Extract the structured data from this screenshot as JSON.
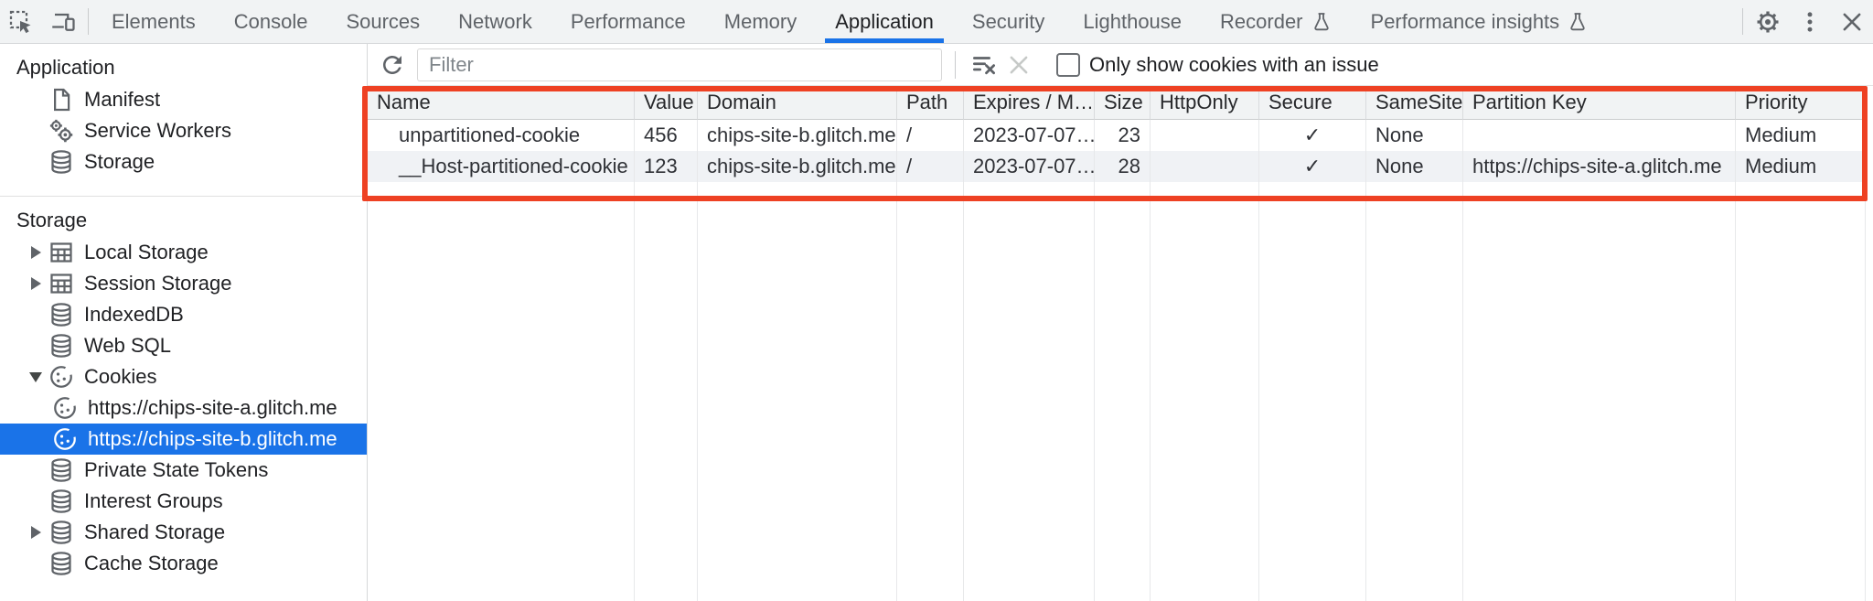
{
  "tabbar": {
    "tabs": [
      {
        "label": "Elements"
      },
      {
        "label": "Console"
      },
      {
        "label": "Sources"
      },
      {
        "label": "Network"
      },
      {
        "label": "Performance"
      },
      {
        "label": "Memory"
      },
      {
        "label": "Application",
        "active": true
      },
      {
        "label": "Security"
      },
      {
        "label": "Lighthouse"
      },
      {
        "label": "Recorder",
        "flask": true
      },
      {
        "label": "Performance insights",
        "flask": true
      }
    ],
    "accent_color": "#1a73e8"
  },
  "sidebar": {
    "sections": [
      {
        "title": "Application",
        "items": [
          {
            "label": "Manifest",
            "icon": "document-icon"
          },
          {
            "label": "Service Workers",
            "icon": "service-workers-icon"
          },
          {
            "label": "Storage",
            "icon": "database-icon"
          }
        ]
      },
      {
        "title": "Storage",
        "items": [
          {
            "label": "Local Storage",
            "icon": "table-icon",
            "arrow": "collapsed"
          },
          {
            "label": "Session Storage",
            "icon": "table-icon",
            "arrow": "collapsed"
          },
          {
            "label": "IndexedDB",
            "icon": "database-icon"
          },
          {
            "label": "Web SQL",
            "icon": "database-icon"
          },
          {
            "label": "Cookies",
            "icon": "cookie-icon",
            "arrow": "expanded"
          },
          {
            "label": "https://chips-site-a.glitch.me",
            "icon": "cookie-icon",
            "child": true
          },
          {
            "label": "https://chips-site-b.glitch.me",
            "icon": "cookie-icon",
            "child": true,
            "selected": true
          },
          {
            "label": "Private State Tokens",
            "icon": "database-icon"
          },
          {
            "label": "Interest Groups",
            "icon": "database-icon"
          },
          {
            "label": "Shared Storage",
            "icon": "database-icon",
            "arrow": "collapsed"
          },
          {
            "label": "Cache Storage",
            "icon": "database-icon"
          }
        ]
      }
    ],
    "selected_color": "#1a73e8"
  },
  "toolbar": {
    "filter_placeholder": "Filter",
    "filter_value": "",
    "checkbox_checked": false,
    "only_issues_label": "Only show cookies with an issue"
  },
  "table": {
    "columns": [
      "Name",
      "Value",
      "Domain",
      "Path",
      "Expires / M…",
      "Size",
      "HttpOnly",
      "Secure",
      "SameSite",
      "Partition Key",
      "Priority"
    ],
    "rows": [
      [
        "unpartitioned-cookie",
        "456",
        "chips-site-b.glitch.me",
        "/",
        "2023-07-07…",
        "23",
        "",
        "✓",
        "None",
        "",
        "Medium"
      ],
      [
        "__Host-partitioned-cookie",
        "123",
        "chips-site-b.glitch.me",
        "/",
        "2023-07-07…",
        "28",
        "",
        "✓",
        "None",
        "https://chips-site-a.glitch.me",
        "Medium"
      ]
    ]
  },
  "annotation": {
    "highlight_color": "#ee4123"
  }
}
